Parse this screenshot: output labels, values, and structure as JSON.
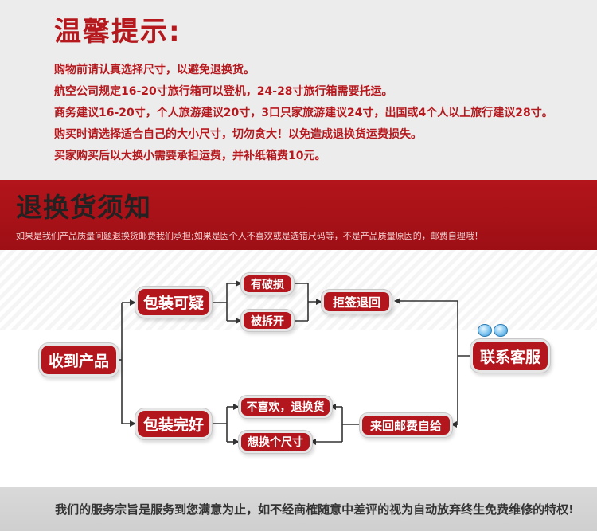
{
  "notice": {
    "title": "温馨提示:",
    "lines": [
      "购物前请认真选择尺寸，以避免退换货。",
      "航空公司规定16-20寸旅行箱可以登机，24-28寸旅行箱需要托运。",
      "商务建议16-20寸，个人旅游建议20寸，3口只家旅游建议24寸，出国或4个人以上旅行建议28寸。",
      "购买时请选择适合自己的大小尺寸，切勿贪大！以免造成退换货运费损失。",
      "买家购买后以大换小需要承担运费，并补纸箱费10元。"
    ]
  },
  "banner": {
    "title": "退换货须知",
    "subtitle": "如果是我们产品质量问题退换货邮费我们承担;如果是因个人不喜欢或是选错尺码等，不是产品质量原因的，邮费自理哦！"
  },
  "flow": {
    "receive": "收到产品",
    "package_suspect": "包装可疑",
    "package_intact": "包装完好",
    "damaged": "有破损",
    "unpacked": "被拆开",
    "refuse": "拒签退回",
    "dislike": "不喜欢，退换货",
    "change_size": "想换个尺寸",
    "return_shipping": "来回邮费自给",
    "contact": "联系客服"
  },
  "footer": {
    "text": "我们的服务宗旨是服务到您满意为止，如不经商榷随意中差评的视为自动放弃终生免费维修的特权!"
  },
  "colors": {
    "accent": "#b3161c",
    "notice_bg": "#ececec",
    "footer_bg": "#d6d6d6"
  }
}
